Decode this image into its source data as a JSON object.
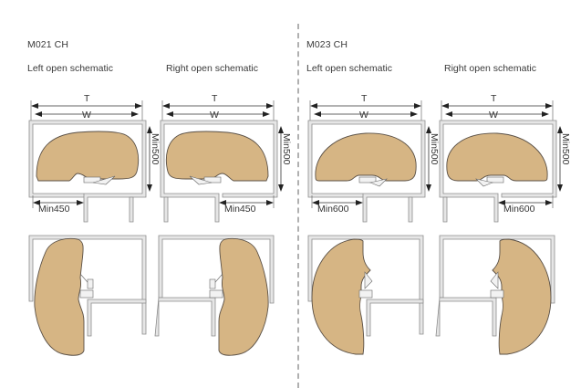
{
  "groups": [
    {
      "model": "M021 CH",
      "left_caption": "Left open schematic",
      "right_caption": "Right open schematic",
      "dims": {
        "total": "T",
        "width": "W",
        "depth": "Min500",
        "opening": "Min450"
      }
    },
    {
      "model": "M023 CH",
      "left_caption": "Left open schematic",
      "right_caption": "Right open schematic",
      "dims": {
        "total": "T",
        "width": "W",
        "depth": "Min500",
        "opening": "Min600"
      }
    }
  ],
  "colors": {
    "shelf": "#d6b584",
    "cabinet": "#e6e6e6",
    "divider": "#b0b0b0"
  }
}
